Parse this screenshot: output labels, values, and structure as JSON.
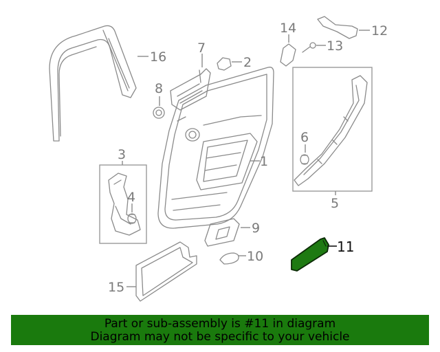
{
  "callouts": {
    "c1": "1",
    "c2": "2",
    "c3": "3",
    "c4": "4",
    "c5": "5",
    "c6": "6",
    "c7": "7",
    "c8": "8",
    "c9": "9",
    "c10": "10",
    "c11": "11",
    "c12": "12",
    "c13": "13",
    "c14": "14",
    "c15": "15",
    "c16": "16"
  },
  "highlight": {
    "part": "11",
    "fill_color": "#1e7a12",
    "stroke_color": "#0b2a06"
  },
  "banner": {
    "line1": "Part or sub-assembly is #11 in diagram",
    "line2": "Diagram may not be specific to your vehicle",
    "background": "#1a7a0d"
  }
}
